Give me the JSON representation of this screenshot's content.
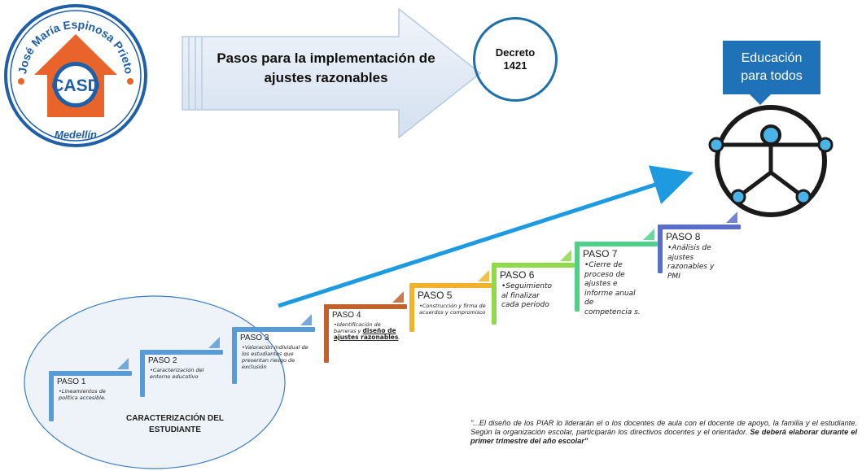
{
  "logo": {
    "name_arc": "José María Espinosa Prieto",
    "city": "Medellín",
    "monogram": "CASD"
  },
  "title_arrow": {
    "text": "Pasos para la implementación de ajustes razonables"
  },
  "decree": {
    "text": "Decreto\n1421"
  },
  "callout": {
    "text": "Educación\npara todos"
  },
  "steps": [
    {
      "label": "PASO 1",
      "desc": "Lineamientos de política accesible."
    },
    {
      "label": "PASO 2",
      "desc": "Caracterización del entorno educativo"
    },
    {
      "label": "PASO 3",
      "desc": "Valoración individual de los estudiantes que presentan riesgo de exclusión"
    },
    {
      "label": "PASO 4",
      "desc": "Identificación de barreras y",
      "desc_strong": "diseño de ajustes razonables",
      "desc_tail": "."
    },
    {
      "label": "PASO 5",
      "desc": "Construcción y firma de acuerdos y compromisos"
    },
    {
      "label": "PASO 6",
      "desc": "Seguimiento al finalizar cada periodo"
    },
    {
      "label": "PASO 7",
      "desc": "Cierre de proceso de ajustes e informe anual de competencia s."
    },
    {
      "label": "PASO 8",
      "desc": "Análisis de ajustes razonables y PMI"
    }
  ],
  "ellipse_label": "CARACTERIZACIÓN DEL ESTUDIANTE",
  "quote": {
    "text": "\"...El diseño de los PIAR lo liderarán el o los docentes de aula con el docente de apoyo, la familia y el estudiante. Según la organización escolar, participarán los directivos docentes y el orientador. ",
    "bold": "Se deberá elaborar durante el primer trimestre del año escolar\""
  },
  "colors": {
    "step_blue": "#5b9bd5",
    "step4": "#c0622e",
    "step5": "#f2b32a",
    "step6": "#8fd94a",
    "step7": "#4fd18a",
    "step8": "#5a6fc8",
    "arrow": "#1e9be0",
    "callout": "#1f72b8"
  }
}
